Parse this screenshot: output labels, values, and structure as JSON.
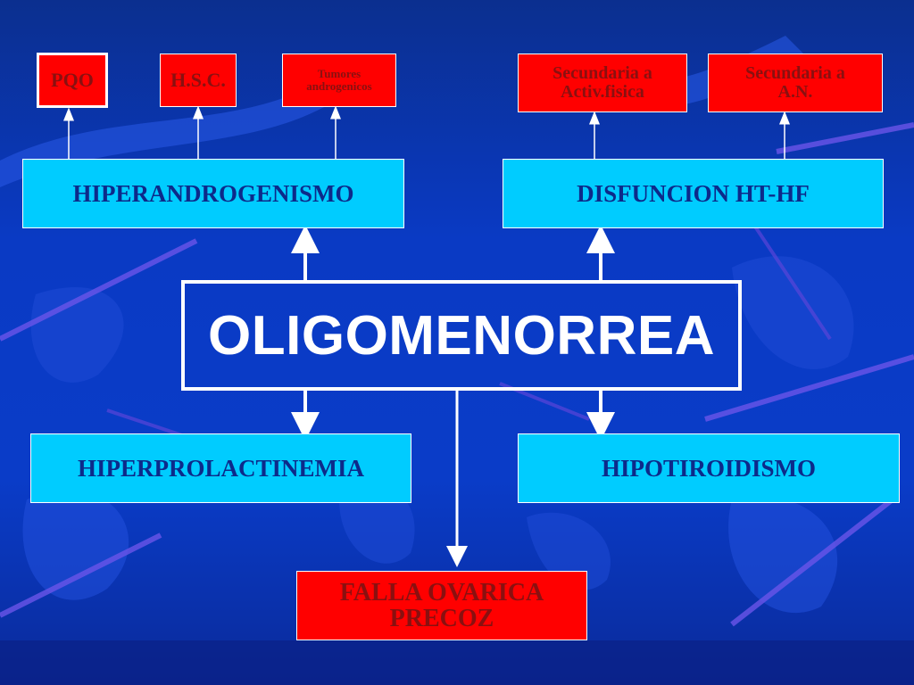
{
  "diagram": {
    "center": "OLIGOMENORREA",
    "left_upper": "HIPERANDROGENISMO",
    "right_upper": "DISFUNCION HT-HF",
    "left_lower": "HIPERPROLACTINEMIA",
    "right_lower": "HIPOTIROIDISMO",
    "bottom": [
      "FALLA OVARICA",
      "PRECOZ"
    ],
    "causes_hiperandrogenismo": [
      "PQO",
      "H.S.C.",
      [
        "Tumores",
        "androgenicos"
      ]
    ],
    "causes_disfuncion": [
      [
        "Secundaria a",
        "Activ.fisica"
      ],
      [
        "Secundaria a",
        "A.N."
      ]
    ]
  },
  "colors": {
    "background": "#0a3cc8",
    "cyan_box": "#00ccff",
    "cyan_text": "#0d2a8a",
    "red_box": "#ff0000",
    "red_text": "#8a1010",
    "lines": "#ffffff"
  }
}
